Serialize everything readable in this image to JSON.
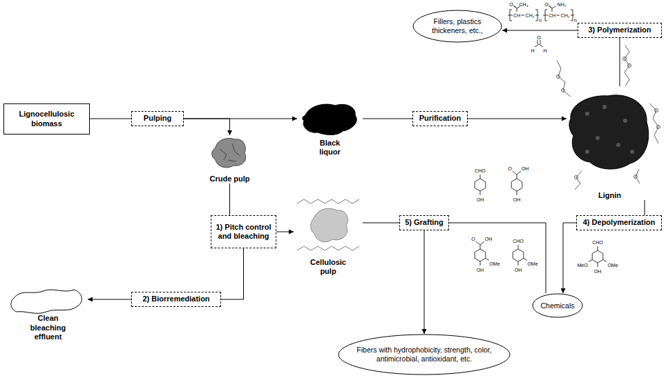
{
  "diagram": {
    "nodes": [
      {
        "text": [
          "Lignocellulosic biomass"
        ]
      },
      {
        "text": [
          "Pulping"
        ]
      },
      {
        "text": [
          "Black liquor"
        ]
      },
      {
        "text": [
          "Purification"
        ]
      },
      {
        "text": [
          "Fillers, plastics thickeners, etc.,"
        ]
      },
      {
        "text": [
          "3) Polymerization"
        ]
      },
      {
        "text": [
          "Lignin"
        ]
      },
      {
        "text": [
          "Crude pulp"
        ]
      },
      {
        "text": [
          "1) Pitch control and bleaching"
        ]
      },
      {
        "text": [
          "Cellulosic pulp"
        ]
      },
      {
        "text": [
          "5) Grafting"
        ]
      },
      {
        "text": [
          "4) Depolymerization"
        ]
      },
      {
        "text": [
          "Chemicals"
        ]
      },
      {
        "text": [
          "2) Biorremediation"
        ]
      },
      {
        "text": [
          "Clean bleaching effluent"
        ]
      },
      {
        "text": [
          "Fibers with hydrophobicity, strength, color, antimicrobial, antioxidant, etc."
        ]
      }
    ],
    "edges": [
      {
        "from": 0,
        "to": 1,
        "arrow": "none"
      },
      {
        "from": 1,
        "to": 2,
        "arrow": "to"
      },
      {
        "from": 1,
        "to": 7,
        "arrow": "to"
      },
      {
        "from": 2,
        "to": 3,
        "arrow": "none"
      },
      {
        "from": 3,
        "to": 6,
        "arrow": "to"
      },
      {
        "from": 6,
        "to": 5,
        "arrow": "none"
      },
      {
        "from": 5,
        "to": 4,
        "arrow": "to"
      },
      {
        "from": 7,
        "to": 8,
        "arrow": "none"
      },
      {
        "from": 8,
        "to": 9,
        "arrow": "to"
      },
      {
        "from": 8,
        "to": 13,
        "arrow": "none"
      },
      {
        "from": 13,
        "to": 14,
        "arrow": "to"
      },
      {
        "from": 6,
        "to": 11,
        "arrow": "none"
      },
      {
        "from": 11,
        "to": 12,
        "arrow": "to"
      },
      {
        "from": 12,
        "to": 10,
        "arrow": "none"
      },
      {
        "from": 9,
        "to": 10,
        "arrow": "none"
      },
      {
        "from": 10,
        "to": 15,
        "arrow": "to"
      }
    ],
    "labels": [
      "O",
      "CH₃",
      "CH",
      "CH₂",
      "n",
      "O",
      "NH₂",
      "CH",
      "CH₂",
      "n",
      "O",
      "H",
      "H",
      "CHO",
      "OH",
      "O",
      "OH",
      "OH",
      "O",
      "OH",
      "OMe",
      "OH",
      "CHO",
      "OMe",
      "OH",
      "CHO",
      "MeO",
      "OMe",
      "OH"
    ]
  }
}
